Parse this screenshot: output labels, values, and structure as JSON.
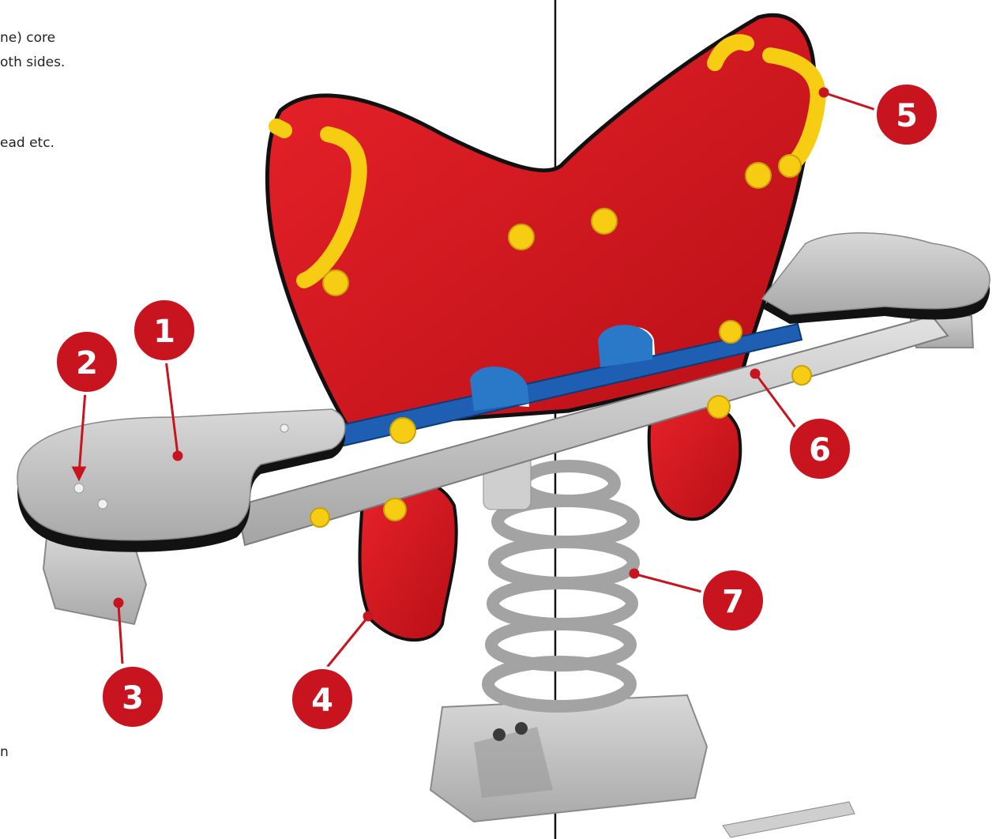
{
  "text_fragments": [
    {
      "id": "frag-1",
      "text": "ne) core"
    },
    {
      "id": "frag-2",
      "text": "oth sides."
    },
    {
      "id": "frag-3",
      "text": "ead etc."
    },
    {
      "id": "frag-4",
      "text": "n"
    }
  ],
  "callouts": [
    {
      "number": "1",
      "part": "seat-platform"
    },
    {
      "number": "2",
      "part": "seat-fixing-bolts"
    },
    {
      "number": "3",
      "part": "footrest-bumper"
    },
    {
      "number": "4",
      "part": "foot-plate"
    },
    {
      "number": "5",
      "part": "handle"
    },
    {
      "number": "6",
      "part": "steel-beam"
    },
    {
      "number": "7",
      "part": "spring"
    }
  ],
  "colors": {
    "badge": "#c8141e",
    "panel_red": "#d2141c",
    "handle_yellow": "#f6cd12",
    "beam_blue": "#1e5fb4",
    "seat_grey": "#c6c6c6",
    "outline_black": "#111111"
  }
}
